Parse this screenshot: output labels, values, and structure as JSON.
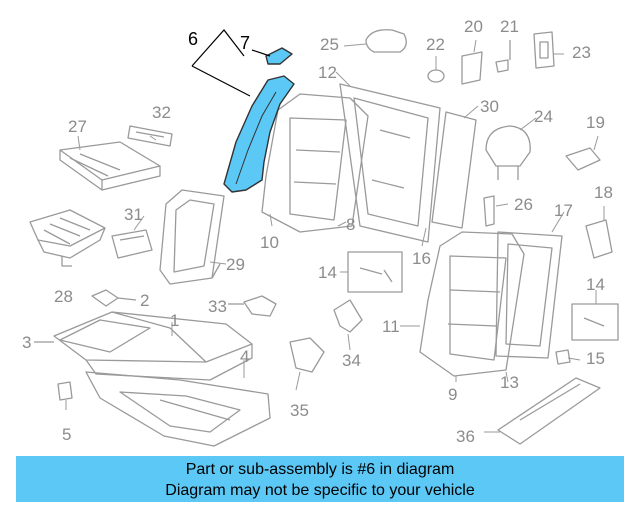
{
  "labels": {
    "p1": "1",
    "p2": "2",
    "p3": "3",
    "p4": "4",
    "p5": "5",
    "p6": "6",
    "p7": "7",
    "p8": "8",
    "p9": "9",
    "p10": "10",
    "p11": "11",
    "p12": "12",
    "p13": "13",
    "p14a": "14",
    "p14b": "14",
    "p15": "15",
    "p16": "16",
    "p17": "17",
    "p18": "18",
    "p19": "19",
    "p20": "20",
    "p21": "21",
    "p22": "22",
    "p23": "23",
    "p24": "24",
    "p25": "25",
    "p26": "26",
    "p27": "27",
    "p28": "28",
    "p29": "29",
    "p30": "30",
    "p31": "31",
    "p32": "32",
    "p33": "33",
    "p34": "34",
    "p35": "35",
    "p36": "36"
  },
  "colors": {
    "highlight": "#5bc8f5",
    "outline": "#9a9a9a",
    "label": "#8c8c8c"
  },
  "banner": {
    "line1": "Part or sub-assembly is #6 in diagram",
    "line2": "Diagram may not be specific to your vehicle"
  }
}
